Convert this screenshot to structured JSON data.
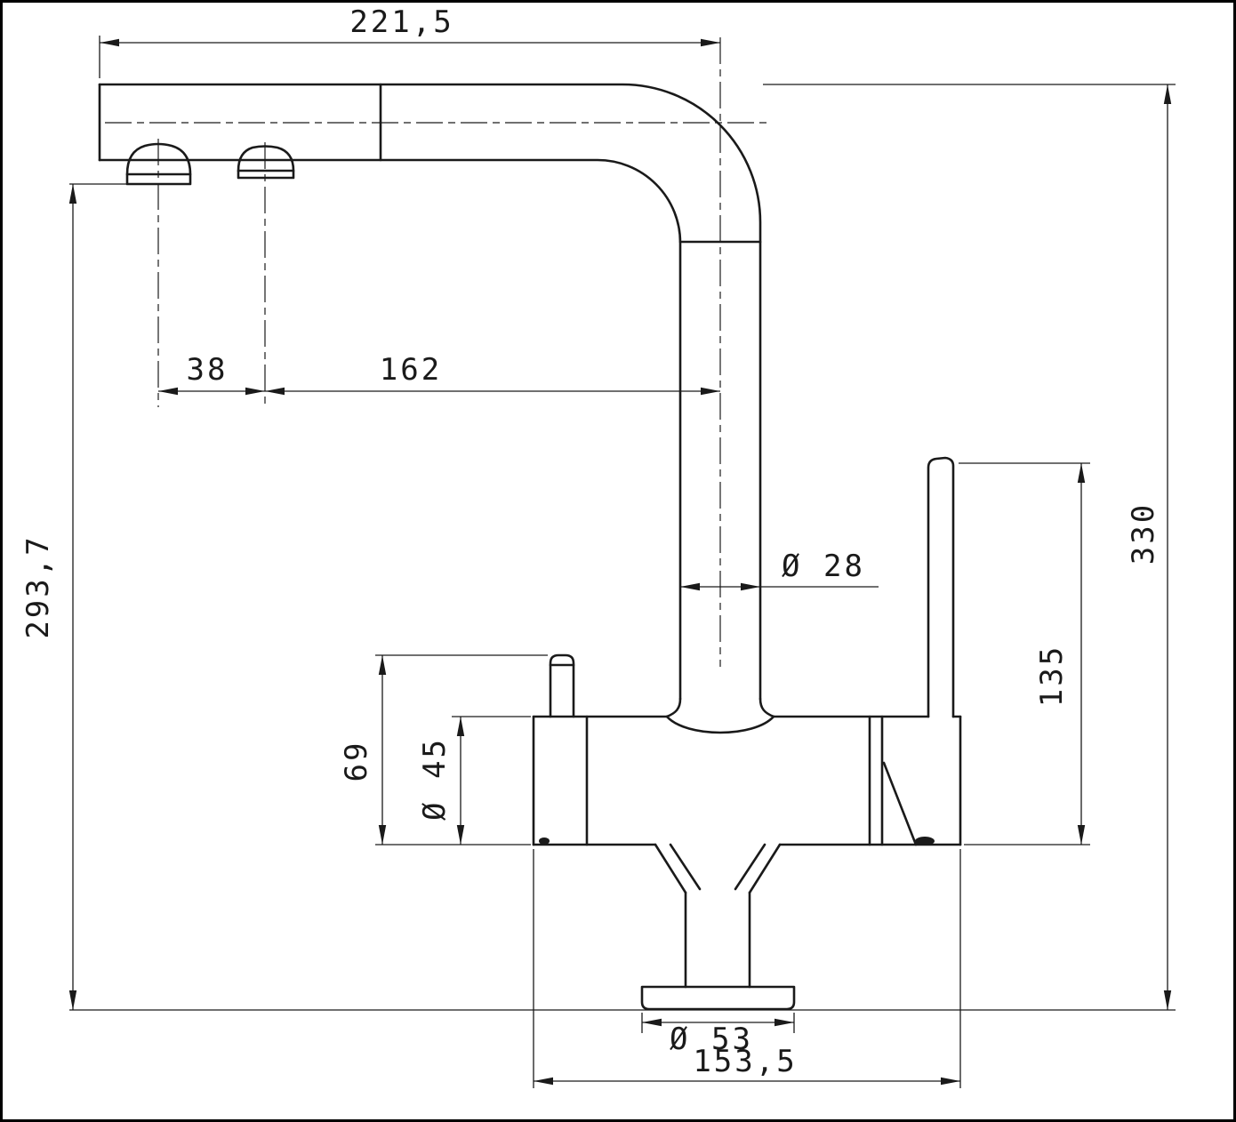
{
  "drawing": {
    "type": "faucet-dimensional-drawing",
    "line_color": "#1a1a1a",
    "background": "#ffffff",
    "dimensions": {
      "top_width": "221,5",
      "nozzle_spacing": "38",
      "nozzle_to_axis": "162",
      "spout_height": "293,7",
      "pipe_diameter": "Ø 28",
      "overall_height": "330",
      "handle_height": "135",
      "diverter_height": "69",
      "body_diameter": "Ø 45",
      "base_diameter": "Ø 53",
      "base_width": "153,5"
    }
  }
}
